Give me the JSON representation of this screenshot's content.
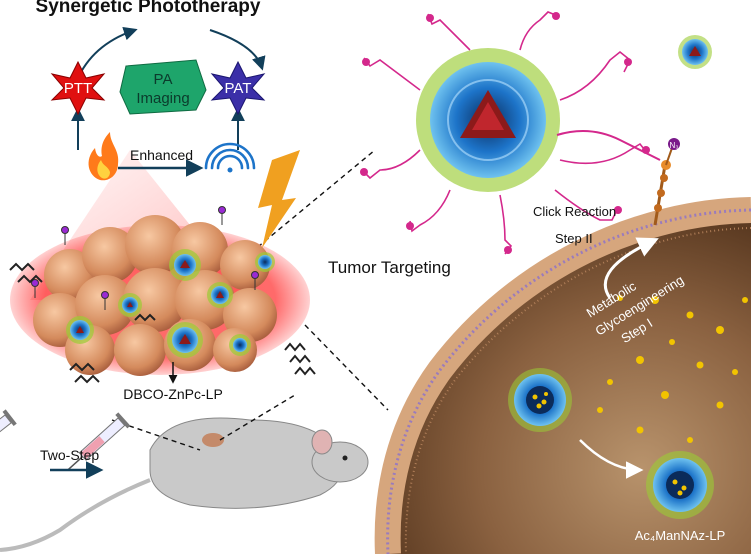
{
  "title": "Synergetic Phototherapy",
  "cycle": {
    "ptt": "PTT",
    "pat": "PAT",
    "pa_imaging_line1": "PA",
    "pa_imaging_line2": "Imaging",
    "enhanced": "Enhanced"
  },
  "labels": {
    "tumor_targeting": "Tumor Targeting",
    "dbco_lp": "DBCO-ZnPc-LP",
    "two_step": "Two-Step",
    "click_reaction": "Click Reaction",
    "step2": "Step II",
    "metabolic": "Metabolic",
    "glycoengineering": "Glycoengineering",
    "step1": "Step I",
    "ac4mannaz": "Ac₄ManNAz-LP",
    "azide_symbol": "N₃"
  },
  "colors": {
    "ptt_star": "#e01010",
    "pat_star": "#3b2fa8",
    "pa_blob": "#1ea56b",
    "tumor_glow": "#ff3b3b",
    "cell_membrane": "#c8946a",
    "liposome_core": "#1d74c9",
    "peg_chains": "#9bcc35",
    "dbco_magenta": "#d4288c",
    "glucose_yellow": "#f2c400",
    "arrow_dark": "#123f5a"
  }
}
